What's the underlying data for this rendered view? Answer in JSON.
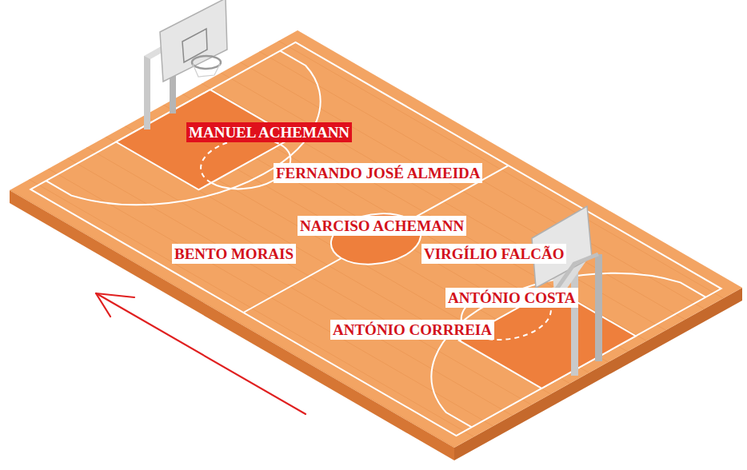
{
  "diagram": {
    "labels": [
      "MANUEL ACHEMANN",
      "FERNANDO JOSÉ ALMEIDA",
      "NARCISO ACHEMANN",
      "BENTO MORAIS",
      "VIRGÍLIO FALCÃO",
      "ANTÓNIO COSTA",
      "ANTÓNIO CORRREIA"
    ]
  }
}
